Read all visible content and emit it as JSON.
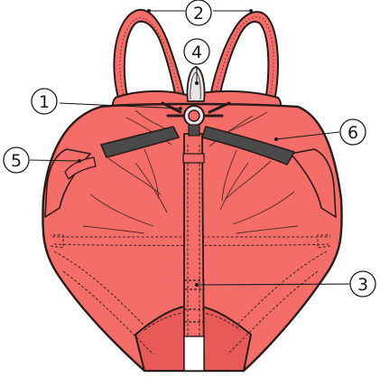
{
  "colors": {
    "canopy": "#f46d69",
    "canopy_dark": "#e85a57",
    "outline": "#2a1a1a",
    "strap_dark": "#4a4a4a",
    "ring": "#e6e6e6",
    "white_tab": "#ffffff"
  },
  "callouts": [
    {
      "id": "1",
      "label": "1"
    },
    {
      "id": "2",
      "label": "2"
    },
    {
      "id": "3",
      "label": "3"
    },
    {
      "id": "4",
      "label": "4"
    },
    {
      "id": "5",
      "label": "5"
    },
    {
      "id": "6",
      "label": "6"
    }
  ]
}
